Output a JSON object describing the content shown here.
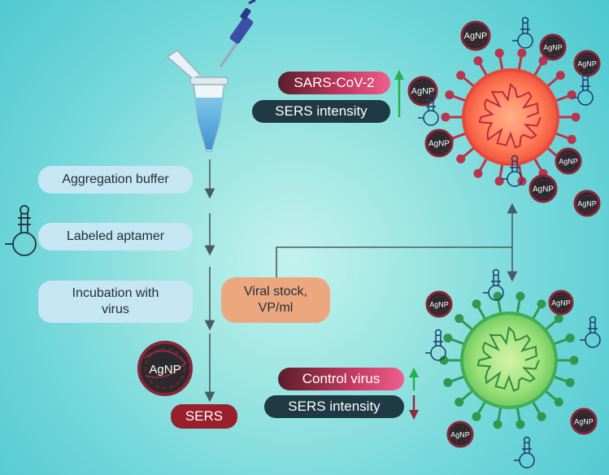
{
  "steps": {
    "aggregation_buffer": "Aggregation buffer",
    "labeled_aptamer": "Labeled aptamer",
    "incubation_line1": "Incubation with",
    "incubation_line2": "virus",
    "sers": "SERS"
  },
  "viral_stock": {
    "line1": "Viral stock,",
    "line2": "VP/ml"
  },
  "top_result": {
    "virus": "SARS-CoV-2",
    "signal": "SERS intensity"
  },
  "bottom_result": {
    "virus": "Control virus",
    "signal": "SERS intensity"
  },
  "nanoparticle_label": "AgNP",
  "colors": {
    "sars_virus": "#ff7a55",
    "sars_spikes": "#b8354d",
    "control_virus": "#9be07a",
    "control_spikes": "#2f9950",
    "arrow_up": "#27b04a",
    "arrow_down": "#8e2a3a"
  }
}
